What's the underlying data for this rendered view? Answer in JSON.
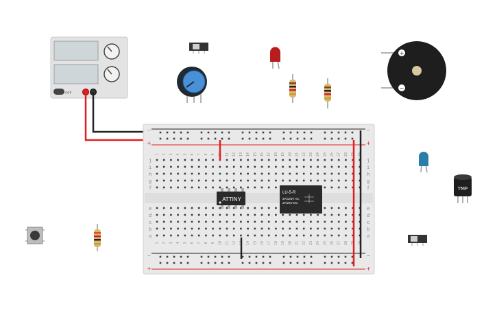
{
  "power_supply": {
    "off_label": "OFF"
  },
  "breadboard": {
    "rows_top": [
      "j",
      "i",
      "h",
      "g",
      "f"
    ],
    "rows_bottom": [
      "e",
      "d",
      "c",
      "b",
      "a"
    ],
    "plus": "+",
    "minus": "−",
    "column_count": 30
  },
  "chips": {
    "attiny": "ATTINY",
    "relay_title": "LU-5-R",
    "relay_line1": "3A/125V AC",
    "relay_line2": "3A/24V DC"
  },
  "temp_sensor": {
    "label": "TMP"
  },
  "buzzer": {
    "plus": "+",
    "minus": "−"
  },
  "colors": {
    "wire_red": "#e02020",
    "wire_black": "#222222",
    "breadboard": "#e9e9e9",
    "pot_blue": "#4a90d9",
    "led_red": "#b81c1c",
    "led_blue": "#2a7fa8"
  }
}
